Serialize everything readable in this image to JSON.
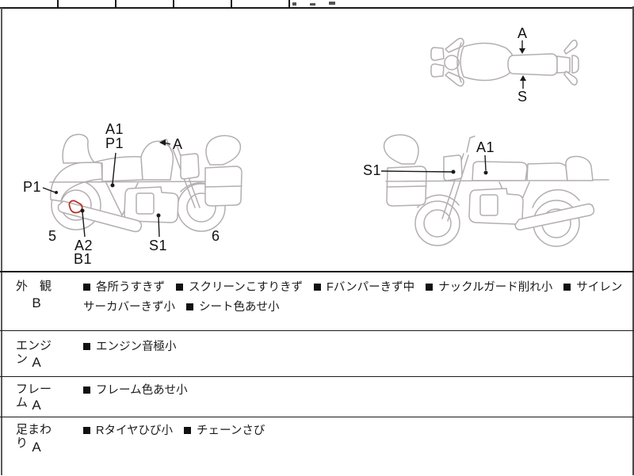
{
  "diagram": {
    "labels": {
      "a1_left": "A1",
      "p1_top": "P1",
      "a_mirror": "A",
      "p1_side": "P1",
      "num5": "5",
      "a2": "A2",
      "b1": "B1",
      "s1_left": "S1",
      "num6": "6",
      "s1_right": "S1",
      "a1_right": "A1",
      "a_top": "A",
      "s_top": "S"
    }
  },
  "table": {
    "rows": [
      {
        "name": "外　観",
        "grade": "B",
        "items": [
          "各所うすきず",
          "スクリーンこすりきず",
          "Fバンパーきず中",
          "ナックルガード削れ小",
          "サイレンサーカバーきず小",
          "シート色あせ小"
        ]
      },
      {
        "name": "エンジン",
        "grade": "A",
        "items": [
          "エンジン音極小"
        ]
      },
      {
        "name": "フレーム",
        "grade": "A",
        "items": [
          "フレーム色あせ小"
        ]
      },
      {
        "name": "足まわり",
        "grade": "A",
        "items": [
          "Rタイヤひび小",
          "チェーンさび"
        ]
      }
    ]
  },
  "colors": {
    "line_art": "#b4aeb0",
    "text": "#1a1a1a",
    "highlight": "#b5342c"
  }
}
